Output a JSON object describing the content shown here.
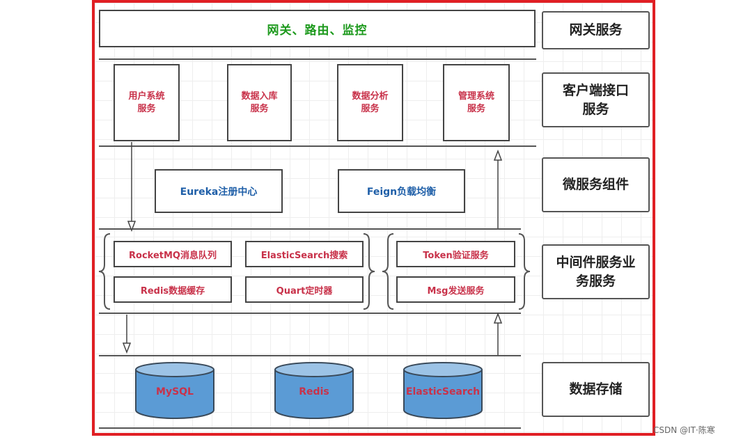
{
  "colors": {
    "frame_border": "#e01f24",
    "gateway_text": "#1e9a1e",
    "service_text": "#c8324a",
    "component_text": "#1f5fa8",
    "db_fill": "#5b9bd5",
    "db_text": "#c8324a"
  },
  "layers": [
    {
      "id": "gateway",
      "label": "网关服务"
    },
    {
      "id": "client",
      "label": "客户端接口服务"
    },
    {
      "id": "micro",
      "label": "微服务组件"
    },
    {
      "id": "middleware",
      "label": "中间件服务业务服务"
    },
    {
      "id": "storage",
      "label": "数据存储"
    }
  ],
  "gateway": {
    "text": "网关、路由、监控"
  },
  "services": [
    "用户系统服务",
    "数据入库服务",
    "数据分析服务",
    "管理系统服务"
  ],
  "components": [
    "Eureka注册中心",
    "Feign负载均衡"
  ],
  "middleware_left": [
    "RocketMQ消息队列",
    "ElasticSearch搜索",
    "Redis数据缓存",
    "Quart定时器"
  ],
  "middleware_right": [
    "Token验证服务",
    "Msg发送服务"
  ],
  "databases": [
    "MySQL",
    "Redis",
    "ElasticSearch"
  ],
  "watermark": "CSDN @IT·陈寒"
}
